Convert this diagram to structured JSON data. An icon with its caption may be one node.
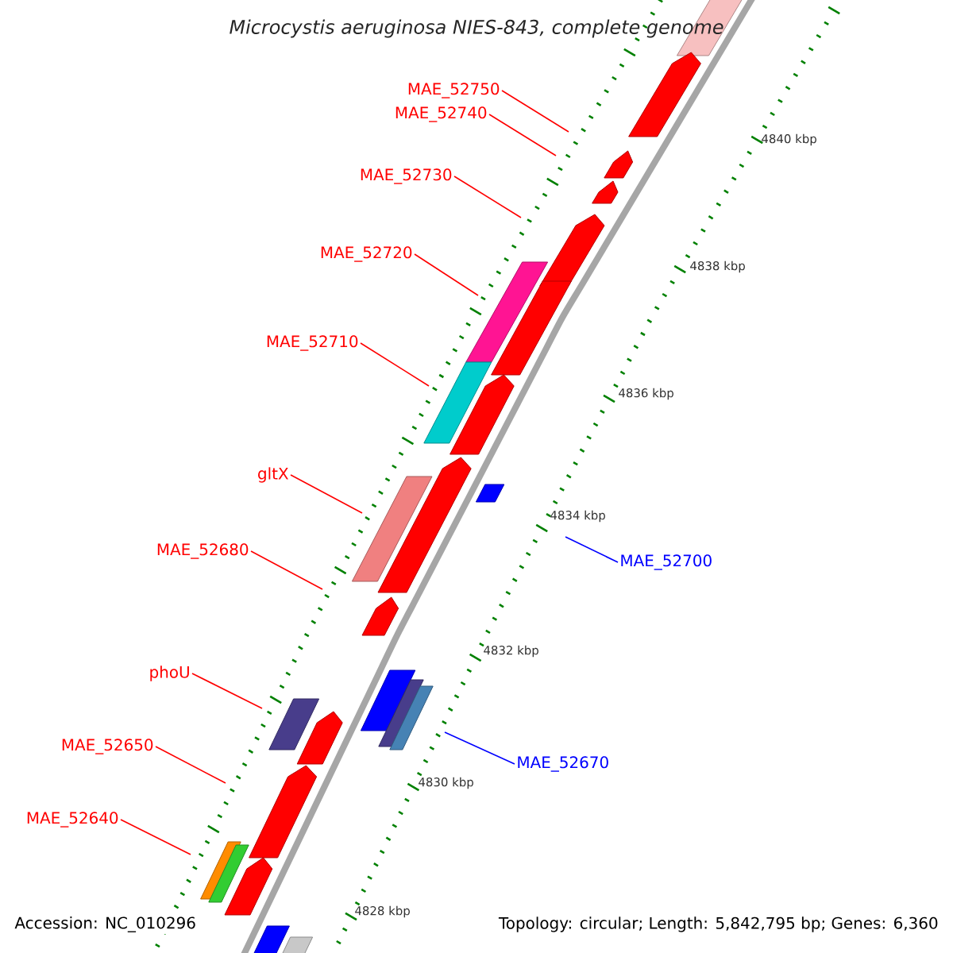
{
  "diagram": {
    "title": "Microcystis aeruginosa NIES-843, complete genome",
    "nodes": [
      {
        "text": [
          "MAE_52750"
        ]
      },
      {
        "text": [
          "MAE_52740"
        ]
      },
      {
        "text": [
          "MAE_52730"
        ]
      },
      {
        "text": [
          "MAE_52720"
        ]
      },
      {
        "text": [
          "MAE_52710"
        ]
      },
      {
        "text": [
          "gltX"
        ]
      },
      {
        "text": [
          "MAE_52680"
        ]
      },
      {
        "text": [
          "phoU"
        ]
      },
      {
        "text": [
          "MAE_52650"
        ]
      },
      {
        "text": [
          "MAE_52640"
        ]
      },
      {
        "text": [
          "MAE_52700"
        ]
      },
      {
        "text": [
          "MAE_52670"
        ]
      }
    ],
    "edges": [
      {
        "from": 0,
        "to": null,
        "arrow": "none"
      },
      {
        "from": 1,
        "to": null,
        "arrow": "none"
      },
      {
        "from": 2,
        "to": null,
        "arrow": "none"
      },
      {
        "from": 3,
        "to": null,
        "arrow": "none"
      },
      {
        "from": 4,
        "to": null,
        "arrow": "none"
      },
      {
        "from": 5,
        "to": null,
        "arrow": "none"
      },
      {
        "from": 6,
        "to": null,
        "arrow": "none"
      },
      {
        "from": 7,
        "to": null,
        "arrow": "none"
      },
      {
        "from": 8,
        "to": null,
        "arrow": "none"
      },
      {
        "from": 9,
        "to": null,
        "arrow": "none"
      },
      {
        "from": 10,
        "to": null,
        "arrow": "none",
        "color": "#0000ff"
      },
      {
        "from": 11,
        "to": null,
        "arrow": "none",
        "color": "#0000ff"
      }
    ],
    "labels": [
      "4840 kbp",
      "4838 kbp",
      "4836 kbp",
      "4834 kbp",
      "4832 kbp",
      "4830 kbp",
      "4828 kbp",
      "Accession: NC_010296",
      "Topology: circular; Length: 5,842,795 bp; Genes: 6,360"
    ]
  }
}
